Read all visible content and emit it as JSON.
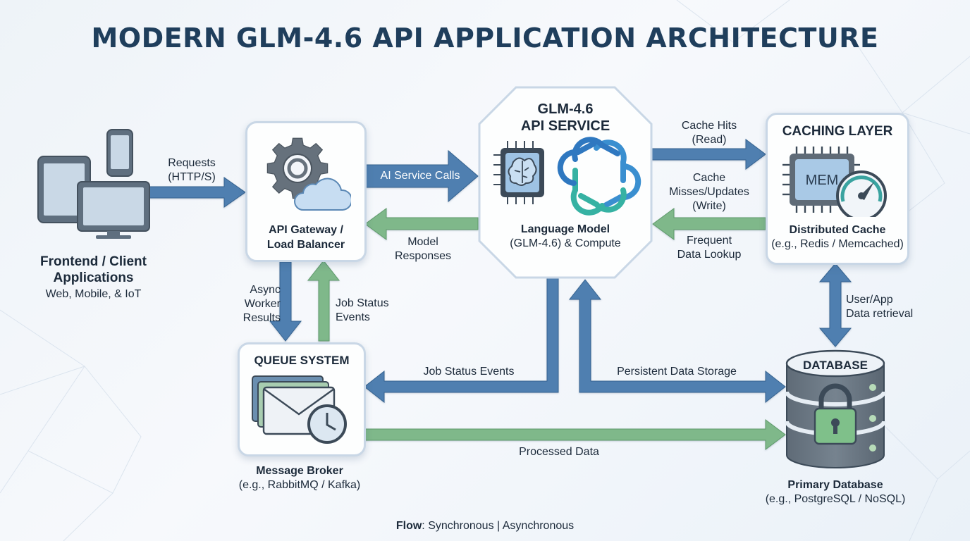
{
  "title": "MODERN GLM-4.6 API APPLICATION ARCHITECTURE",
  "nodes": {
    "frontend": {
      "title": "Frontend / Client Applications",
      "subtitle": "Web, Mobile, & IoT"
    },
    "gateway": {
      "line1": "API Gateway /",
      "line2": "Load Balancer"
    },
    "api_service": {
      "heading1": "GLM-4.6",
      "heading2": "API SERVICE",
      "line1": "Language Model",
      "line2": "(GLM-4.6) & Compute"
    },
    "cache": {
      "heading": "CACHING LAYER",
      "chip_text": "MEM",
      "line1": "Distributed Cache",
      "line2": "(e.g., Redis / Memcached)"
    },
    "queue": {
      "heading": "QUEUE SYSTEM",
      "line1": "Message Broker",
      "line2": "(e.g., RabbitMQ / Kafka)"
    },
    "database": {
      "heading": "DATABASE",
      "line1": "Primary Database",
      "line2": "(e.g., PostgreSQL / NoSQL)"
    }
  },
  "edges": {
    "requests": [
      "Requests",
      "(HTTP/S)"
    ],
    "ai_calls": "AI Service Calls",
    "model_responses": [
      "Model",
      "Responses"
    ],
    "cache_hits": [
      "Cache Hits",
      "(Read)"
    ],
    "cache_misses": [
      "Cache",
      "Misses/Updates",
      "(Write)"
    ],
    "frequent_lookup": [
      "Frequent",
      "Data Lookup"
    ],
    "async_results": [
      "Async",
      "Worker",
      "Results"
    ],
    "job_status_up": [
      "Job Status",
      "Events"
    ],
    "job_status_events": "Job Status Events",
    "persistent_storage": "Persistent Data Storage",
    "user_app_retrieval": [
      "User/App",
      "Data retrieval"
    ],
    "processed_data": "Processed Data"
  },
  "footer": {
    "flow_label": "Flow",
    "flow_text": ": Synchronous | Asynchronous"
  },
  "colors": {
    "sync_blue": "#4f7fb0",
    "async_green": "#7fb88a",
    "title_navy": "#1f3e5c"
  }
}
